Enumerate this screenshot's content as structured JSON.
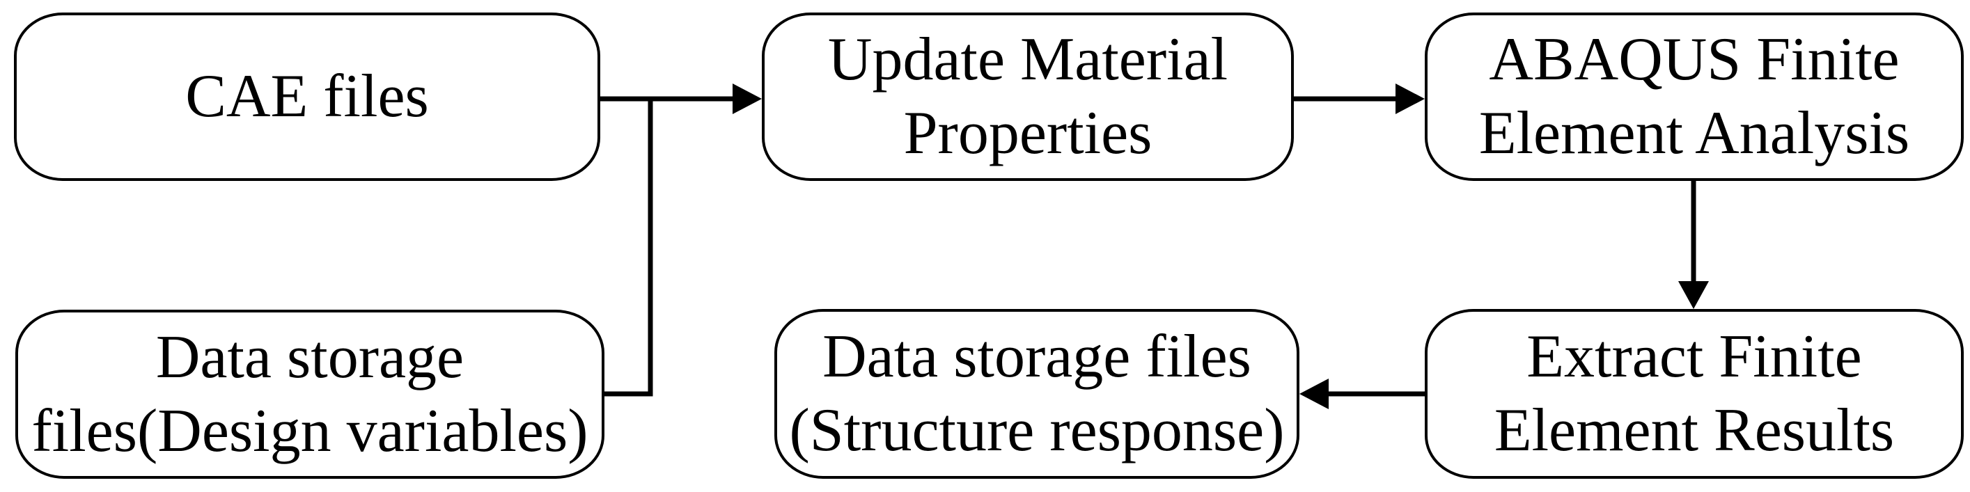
{
  "diagram": {
    "type": "flowchart",
    "colors": {
      "background": "#ffffff",
      "node_fill": "#ffffff",
      "node_border": "#000000",
      "connector": "#000000",
      "text": "#000000"
    },
    "nodes": [
      {
        "id": "cae-files",
        "lines": [
          "CAE files"
        ]
      },
      {
        "id": "data-storage-design-variables",
        "lines": [
          "Data storage",
          "files(Design variables)"
        ]
      },
      {
        "id": "update-material-properties",
        "lines": [
          "Update Material",
          "Properties"
        ]
      },
      {
        "id": "abaqus-finite-element-analysis",
        "lines": [
          "ABAQUS Finite",
          "Element Analysis"
        ]
      },
      {
        "id": "extract-finite-element-results",
        "lines": [
          "Extract Finite",
          "Element Results"
        ]
      },
      {
        "id": "data-storage-structure-response",
        "lines": [
          "Data storage files",
          "(Structure response)"
        ]
      }
    ],
    "edges": [
      {
        "from": "cae-files",
        "to": "update-material-properties",
        "style": "arrow-right"
      },
      {
        "from": "data-storage-design-variables",
        "to": "update-material-properties",
        "style": "merge-into-cae-line"
      },
      {
        "from": "update-material-properties",
        "to": "abaqus-finite-element-analysis",
        "style": "arrow-right"
      },
      {
        "from": "abaqus-finite-element-analysis",
        "to": "extract-finite-element-results",
        "style": "arrow-down"
      },
      {
        "from": "extract-finite-element-results",
        "to": "data-storage-structure-response",
        "style": "arrow-left"
      }
    ]
  }
}
